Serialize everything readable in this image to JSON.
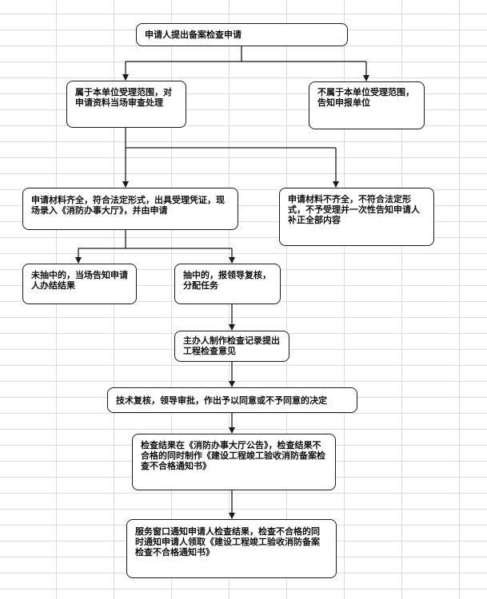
{
  "diagram": {
    "nodes": [
      {
        "id": "n1",
        "text": "申请人提出备案检查申请"
      },
      {
        "id": "n2",
        "text": "属于本单位受理范围，对申请资料当场审查处理"
      },
      {
        "id": "n3",
        "text": "不属于本单位受理范围，告知申报单位"
      },
      {
        "id": "n4",
        "text": "申请材料齐全，符合法定形式，出具受理凭证，现场录入《消防办事大厅》，并由申请"
      },
      {
        "id": "n5",
        "text": "申请材料不齐全，不符合法定形式，不予受理并一次性告知申请人补正全部内容"
      },
      {
        "id": "n6",
        "text": "未抽中的，当场告知申请人办结结果"
      },
      {
        "id": "n7",
        "text": "抽中的，报领导复核，分配任务"
      },
      {
        "id": "n8",
        "text": "主办人制作检查记录提出工程检查意见"
      },
      {
        "id": "n9",
        "text": "技术复核，领导审批，作出予以同意或不予同意的决定"
      },
      {
        "id": "n10",
        "text": "检查结果在《消防办事大厅公告》，检查结果不合格的同时制作《建设工程竣工验收消防备案检查不合格通知书》"
      },
      {
        "id": "n11",
        "text": "服务窗口通知申请人检查结果，检查不合格的同时通知申请人领取《建设工程竣工验收消防备案检查不合格通知书》"
      }
    ]
  }
}
